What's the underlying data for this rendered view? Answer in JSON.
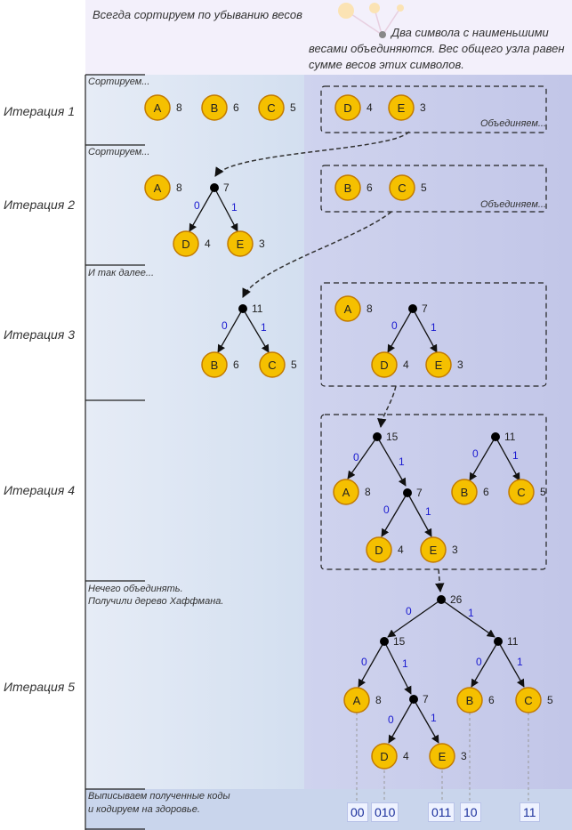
{
  "header": {
    "note_left": "Всегда сортируем по убыванию весов",
    "note_right_1": "Два символа с наименьшими",
    "note_right_2": "весами объединяются. Вес общего узла равен",
    "note_right_3": "сумме весов этих символов."
  },
  "iterations": [
    {
      "label": "Итерация 1",
      "note": "Сортируем...",
      "merge_note": "Объединяем..."
    },
    {
      "label": "Итерация 2",
      "note": "Сортируем...",
      "merge_note": "Объединяем..."
    },
    {
      "label": "Итерация 3",
      "note": "И так далее..."
    },
    {
      "label": "Итерация 4"
    },
    {
      "label": "Итерация 5",
      "note_1": "Нечего объединять.",
      "note_2": "Получили дерево Хаффмана."
    }
  ],
  "footer": {
    "note_1": "Выписываем полученные коды",
    "note_2": " и кодируем на здоровье.",
    "codes": [
      "00",
      "010",
      "011",
      "10",
      "11"
    ]
  },
  "diagram": {
    "nodes": [
      {
        "letter": "A",
        "weight": "8"
      },
      {
        "letter": "B",
        "weight": "6"
      },
      {
        "letter": "C",
        "weight": "5"
      },
      {
        "letter": "D",
        "weight": "4"
      },
      {
        "letter": "E",
        "weight": "3"
      }
    ],
    "internal_weights": [
      "7",
      "11",
      "15",
      "26"
    ],
    "edge_codes": [
      "0",
      "1"
    ]
  },
  "colors": {
    "node_fill": "#f5c000",
    "node_stroke": "#c27a00",
    "left_panel": "#dde6f3",
    "right_panel": "#c9cdeb",
    "header_bg": "#f1eefb",
    "footer_bg": "#c8d4ec",
    "edge_code": "#1a1ad0"
  }
}
